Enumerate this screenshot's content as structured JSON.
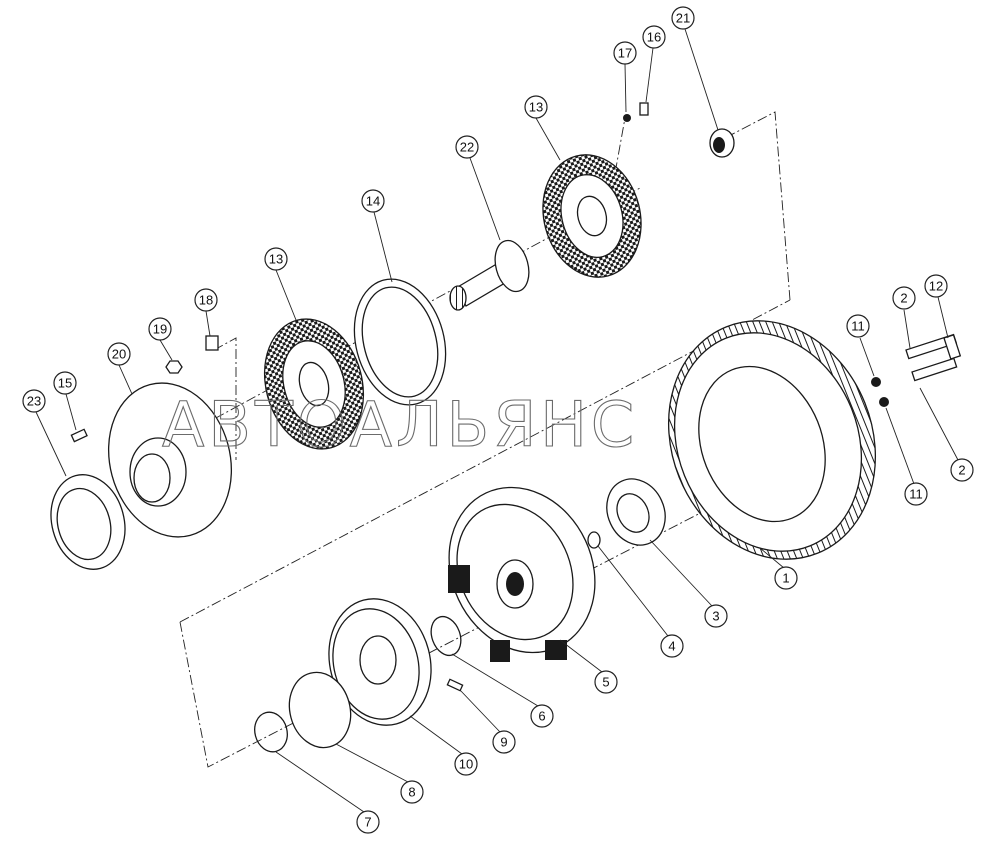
{
  "watermark": "АВТОАЛЬЯНС",
  "callouts": [
    "1",
    "2",
    "2",
    "3",
    "4",
    "5",
    "6",
    "7",
    "8",
    "9",
    "10",
    "11",
    "11",
    "12",
    "13",
    "13",
    "14",
    "15",
    "16",
    "17",
    "18",
    "19",
    "20",
    "21",
    "22",
    "23"
  ]
}
